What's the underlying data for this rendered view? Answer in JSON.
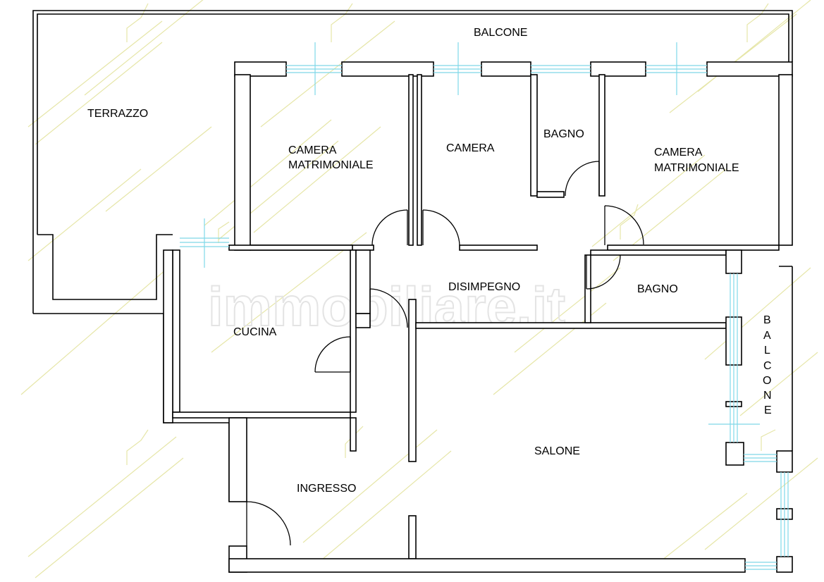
{
  "plan": {
    "rooms": {
      "balcone_top": "BALCONE",
      "terrazzo": "TERRAZZO",
      "camera_matrimoniale_1": [
        "CAMERA",
        "MATRIMONIALE"
      ],
      "camera": "CAMERA",
      "bagno_1": "BAGNO",
      "camera_matrimoniale_2": [
        "CAMERA",
        "MATRIMONIALE"
      ],
      "disimpegno": "DISIMPEGNO",
      "bagno_2": "BAGNO",
      "cucina": "CUCINA",
      "salone": "SALONE",
      "ingresso": "INGRESSO",
      "balcone_side": [
        "B",
        "A",
        "L",
        "C",
        "O",
        "N",
        "E"
      ]
    },
    "watermark": "immobiliare.it",
    "colors": {
      "wall": "#000000",
      "window": "#7fd8e8",
      "watermark_lines": "#e6e6a8"
    }
  }
}
